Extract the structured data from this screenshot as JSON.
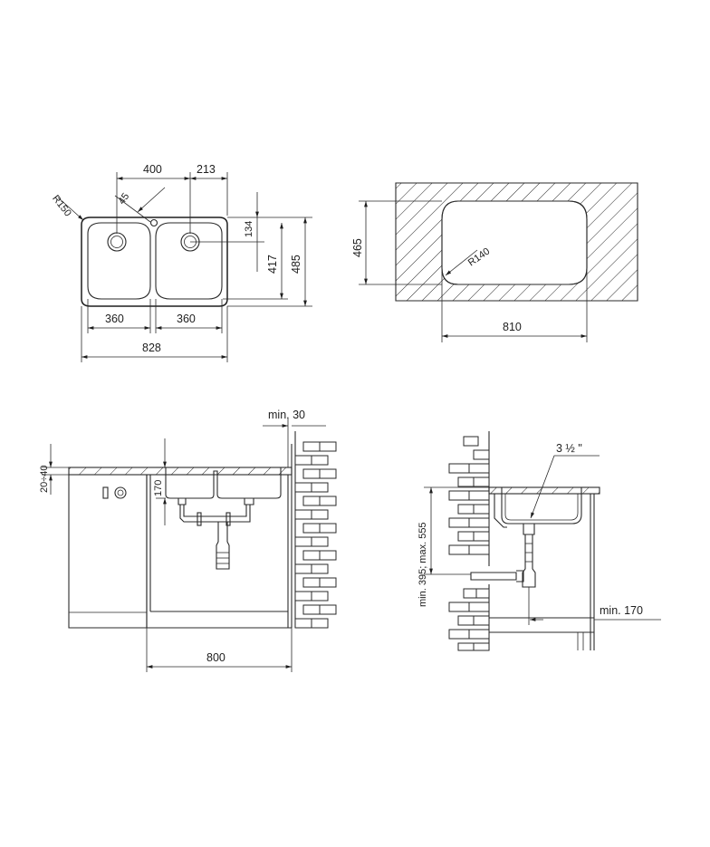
{
  "top_view": {
    "dim_width_left_bowl_offset": "400",
    "dim_offset_right": "213",
    "dim_radius_corner": "R150",
    "dim_angle": "45",
    "dim_tap_distance": "134",
    "dim_bowl_depth": "417",
    "dim_total_depth": "485",
    "dim_bowl_left": "360",
    "dim_bowl_right": "360",
    "dim_total_width": "828"
  },
  "cutout_view": {
    "dim_height": "465",
    "dim_radius": "R140",
    "dim_width": "810"
  },
  "front_view": {
    "dim_min_side": "min. 30",
    "dim_countertop": "20÷40",
    "dim_bowl_depth": "170",
    "dim_cabinet_width": "800"
  },
  "side_view": {
    "dim_drain_size": "3 ½ \"",
    "dim_height_range": "min. 395; max. 555",
    "dim_min_bottom": "min. 170"
  }
}
